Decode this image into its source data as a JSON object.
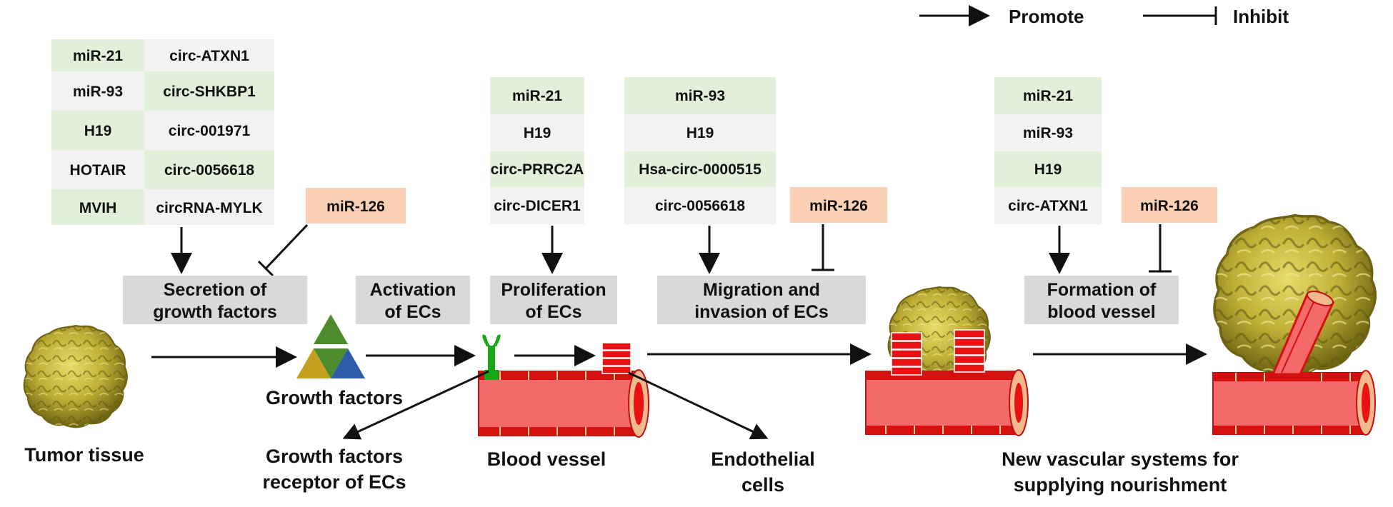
{
  "legend": {
    "promote": "Promote",
    "inhibit": "Inhibit"
  },
  "colors": {
    "promoter_green": "#E2F0D9",
    "promoter_gray": "#F2F2F2",
    "inhibitor_orange": "#FAD1B5",
    "stage_box": "#D9D9D9",
    "vessel_red": "#F46A6A",
    "vessel_dark": "#D41010",
    "vessel_rim": "#F2B98E",
    "receptor_green": "#17A617",
    "tumor_yellow": "#C8B43A"
  },
  "panel1": {
    "col_a": [
      "miR-21",
      "miR-93",
      "H19",
      "HOTAIR",
      "MVIH"
    ],
    "col_b": [
      "circ-ATXN1",
      "circ-SHKBP1",
      "circ-001971",
      "circ-0056618",
      "circRNA-MYLK"
    ],
    "inhibitor": "miR-126"
  },
  "panel2": {
    "items": [
      "miR-21",
      "H19",
      "circ-PRRC2A",
      "circ-DICER1"
    ]
  },
  "panel3": {
    "items": [
      "miR-93",
      "H19",
      "Hsa-circ-0000515",
      "circ-0056618"
    ],
    "inhibitor": "miR-126"
  },
  "panel4": {
    "items": [
      "miR-21",
      "miR-93",
      "H19",
      "circ-ATXN1"
    ],
    "inhibitor": "miR-126"
  },
  "stages": {
    "secretion": [
      "Secretion of",
      "growth factors"
    ],
    "activation": [
      "Activation",
      "of ECs"
    ],
    "proliferation": [
      "Proliferation",
      "of ECs"
    ],
    "migration": [
      "Migration and",
      "invasion of ECs"
    ],
    "formation": [
      "Formation of",
      "blood vessel"
    ]
  },
  "labels": {
    "tumor": "Tumor tissue",
    "growth_factors": "Growth factors",
    "gf_receptor": [
      "Growth factors",
      "receptor of ECs"
    ],
    "blood_vessel": "Blood vessel",
    "endothelial": [
      "Endothelial",
      "cells"
    ],
    "new_vascular": [
      "New vascular systems for",
      "supplying nourishment"
    ]
  },
  "icons": {
    "tumor": "tumor-mass-icon",
    "growth_factor": "growth-factor-triangles-icon",
    "receptor": "ec-receptor-icon",
    "vessel": "blood-vessel-icon",
    "endothelial": "endothelial-cell-stack-icon"
  }
}
